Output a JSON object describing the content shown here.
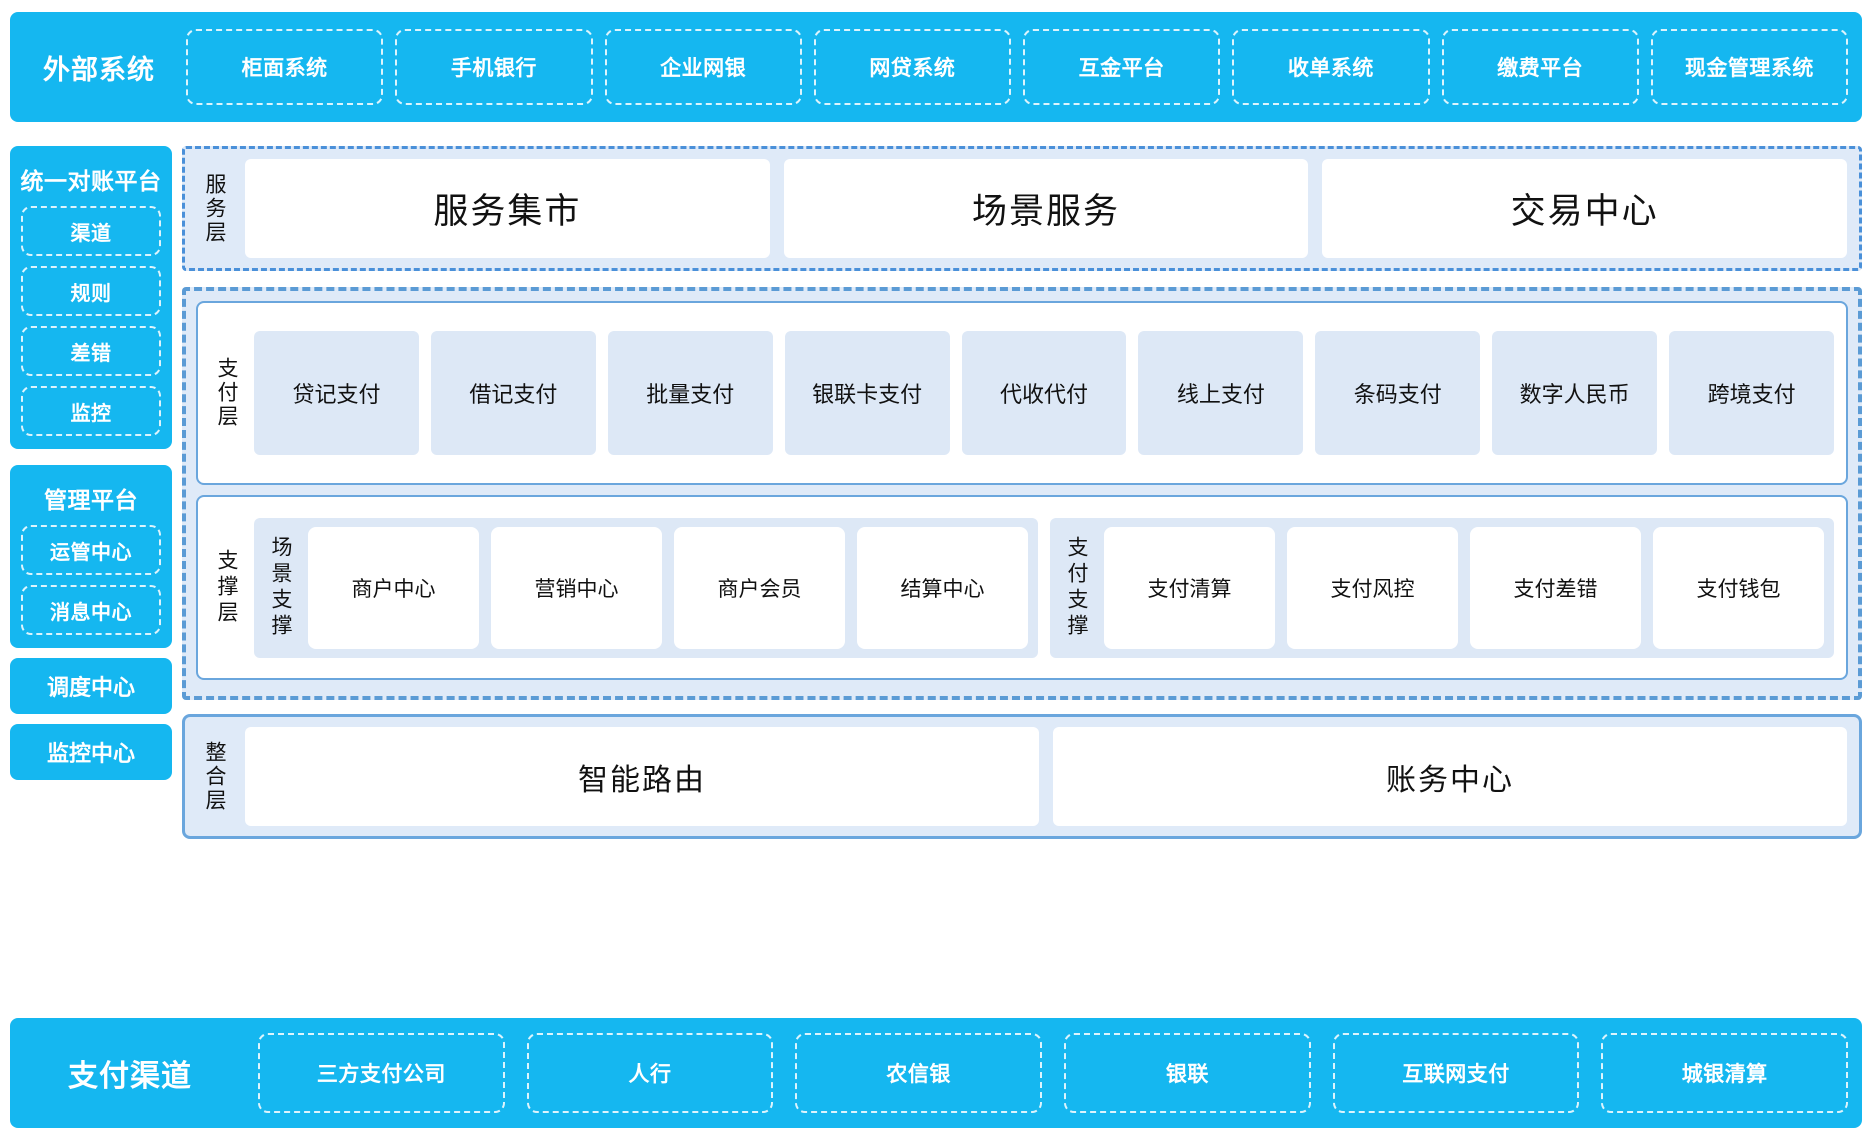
{
  "external": {
    "title": "外部系统",
    "items": [
      "柜面系统",
      "手机银行",
      "企业网银",
      "网贷系统",
      "互金平台",
      "收单系统",
      "缴费平台",
      "现金管理系统"
    ]
  },
  "sidebar": {
    "recon": {
      "title": "统一对账平台",
      "items": [
        "渠道",
        "规则",
        "差错",
        "监控"
      ]
    },
    "manage": {
      "title": "管理平台",
      "items": [
        "运管中心",
        "消息中心"
      ]
    },
    "standalone": [
      "调度中心",
      "监控中心"
    ]
  },
  "service_layer": {
    "label": "服务层",
    "items": [
      "服务集市",
      "场景服务",
      "交易中心"
    ]
  },
  "payment_layer": {
    "label": "支付层",
    "items": [
      "贷记支付",
      "借记支付",
      "批量支付",
      "银联卡支付",
      "代收代付",
      "线上支付",
      "条码支付",
      "数字人民币",
      "跨境支付"
    ]
  },
  "support_layer": {
    "label": "支撑层",
    "groups": [
      {
        "label": "场景支撑",
        "items": [
          "商户中心",
          "营销中心",
          "商户会员",
          "结算中心"
        ]
      },
      {
        "label": "支付支撑",
        "items": [
          "支付清算",
          "支付风控",
          "支付差错",
          "支付钱包"
        ]
      }
    ]
  },
  "integration_layer": {
    "label": "整合层",
    "items": [
      "智能路由",
      "账务中心"
    ]
  },
  "channels": {
    "title": "支付渠道",
    "items": [
      "三方支付公司",
      "人行",
      "农信银",
      "银联",
      "互联网支付",
      "城银清算"
    ]
  },
  "colors": {
    "brand_blue": "#15b7f0",
    "panel_blue": "#dfeaf8",
    "border_blue": "#6aa6dd",
    "chip_blue": "#dde8f6"
  }
}
